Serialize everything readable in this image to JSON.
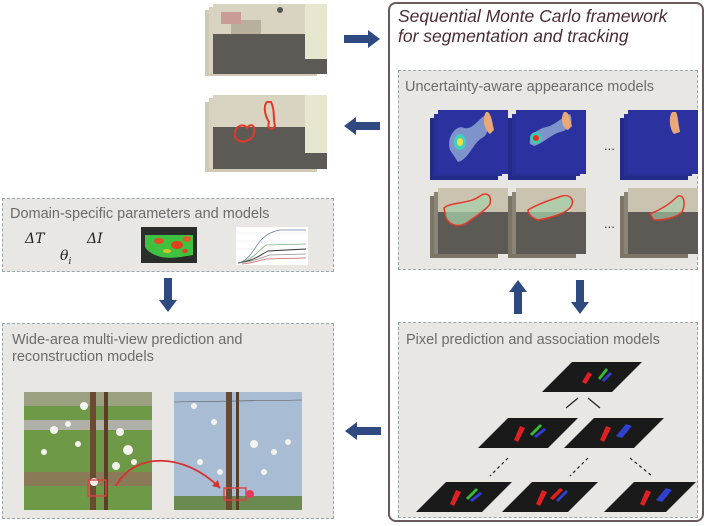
{
  "outer_frame": {
    "title_line1": "Sequential Monte Carlo framework",
    "title_line2": "for segmentation and tracking"
  },
  "panels": {
    "appearance": {
      "title": "Uncertainty-aware appearance models",
      "ellipsis": "..."
    },
    "domain": {
      "title": "Domain-specific parameters and models",
      "symbols": [
        "ΔT",
        "θ",
        "ΔI"
      ],
      "symbol_subscript": "i"
    },
    "wide_area": {
      "title_line1": "Wide-area multi-view prediction and",
      "title_line2": "reconstruction models"
    },
    "pixel": {
      "title": "Pixel prediction and association models"
    }
  },
  "colors": {
    "arrow": "#2f4a80",
    "frame_border": "#6b5a5c",
    "panel_bg": "#e9e7e3",
    "panel_border": "#9aa7ae",
    "title_text": "#4a2c35",
    "panel_text": "#6b6b6b",
    "heatmap_bg": "#2b2f8f"
  }
}
